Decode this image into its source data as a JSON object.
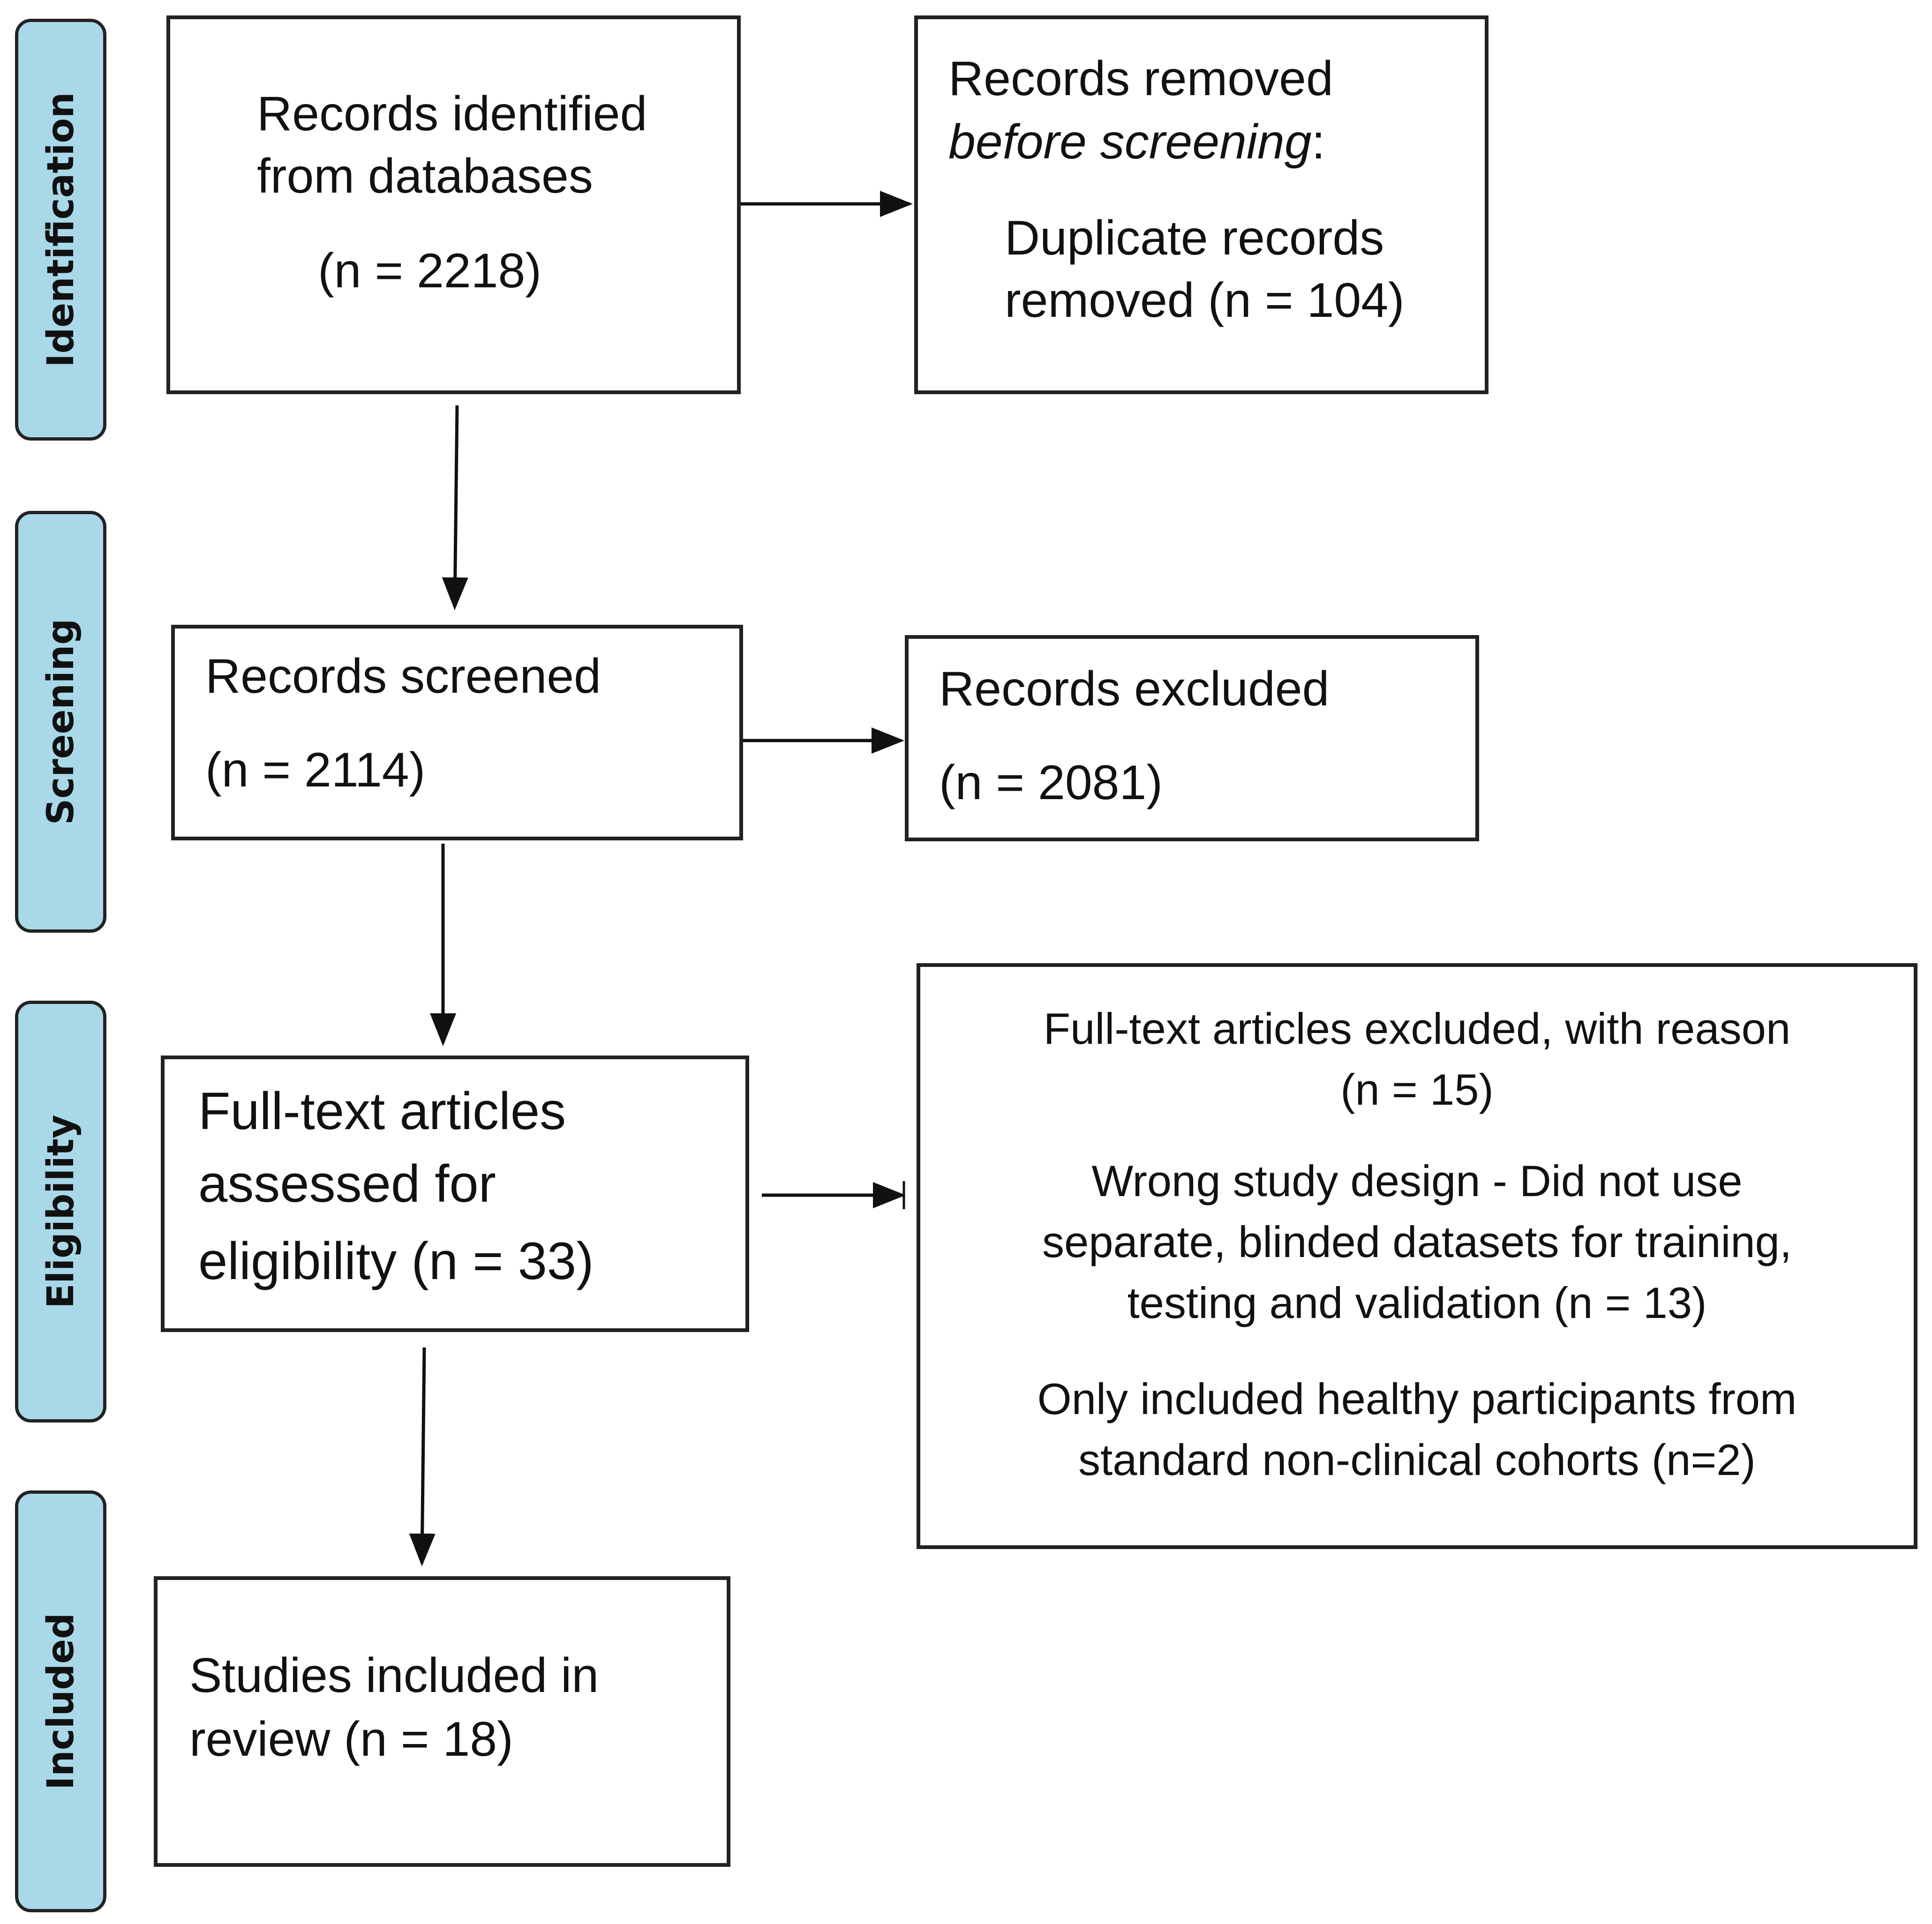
{
  "phases": {
    "identification": "Identification",
    "screening": "Screening",
    "eligibility": "Eligibility",
    "included": "Included"
  },
  "identification": {
    "records_identified": {
      "line1": "Records identified",
      "line2": "from databases",
      "count": "(n = 2218)"
    },
    "records_removed": {
      "heading": "Records removed",
      "subheading_italic": "before screening",
      "subheading_colon": ":",
      "line1": "Duplicate records",
      "line2": "removed  (n = 104)"
    }
  },
  "screening": {
    "records_screened": {
      "label": "Records screened",
      "count": "(n = 2114)"
    },
    "records_excluded": {
      "label": "Records excluded",
      "count": "(n = 2081)"
    }
  },
  "eligibility": {
    "full_text_assessed": {
      "line1": "Full-text  articles",
      "line2": "assessed  for",
      "line3": "eligibility  (n  = 33)"
    },
    "full_text_excluded": {
      "line1": "Full-text articles excluded, with reason",
      "line2": "(n = 15)",
      "line3": "Wrong study design - Did not use",
      "line4": "separate, blinded datasets for training,",
      "line5": "testing and validation (n = 13)",
      "line6": "Only included healthy participants from",
      "line7": "standard non-clinical cohorts (n=2)"
    }
  },
  "included": {
    "studies_included": {
      "line1": "Studies included in",
      "line2": "review (n = 18)"
    }
  },
  "colors": {
    "phase_fill": "#a9d8e8",
    "border": "#222222",
    "text": "#111111"
  }
}
